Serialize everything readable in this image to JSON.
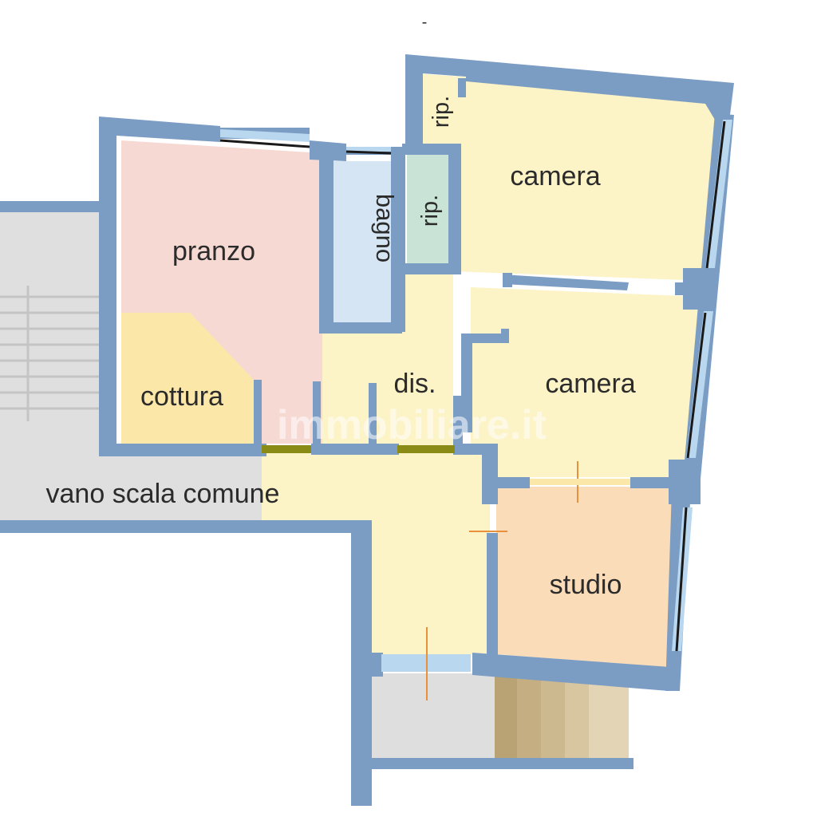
{
  "header_mark": "-",
  "rooms": {
    "pranzo": "pranzo",
    "cottura": "cottura",
    "bagno": "bagno",
    "rip_1": "rip.",
    "rip_2": "rip.",
    "camera_1": "camera",
    "camera_2": "camera",
    "dis": "dis.",
    "studio": "studio",
    "vano_scala": "vano scala comune"
  },
  "watermark": "immobiliare.it",
  "colors": {
    "wall": "#7b9dc3",
    "pranzo": "#f7d9d3",
    "cottura": "#fbe7a7",
    "bagno": "#d6e5f3",
    "rip_green": "#c9e4d6",
    "cream": "#fcf3c7",
    "studio": "#fbdcb8",
    "stair_grey": "#dfdfdf",
    "window": "#b9d8f0",
    "door_olive": "#8a8a16",
    "door_swing": "#e8903a",
    "steps_brown": "#c9b489"
  }
}
